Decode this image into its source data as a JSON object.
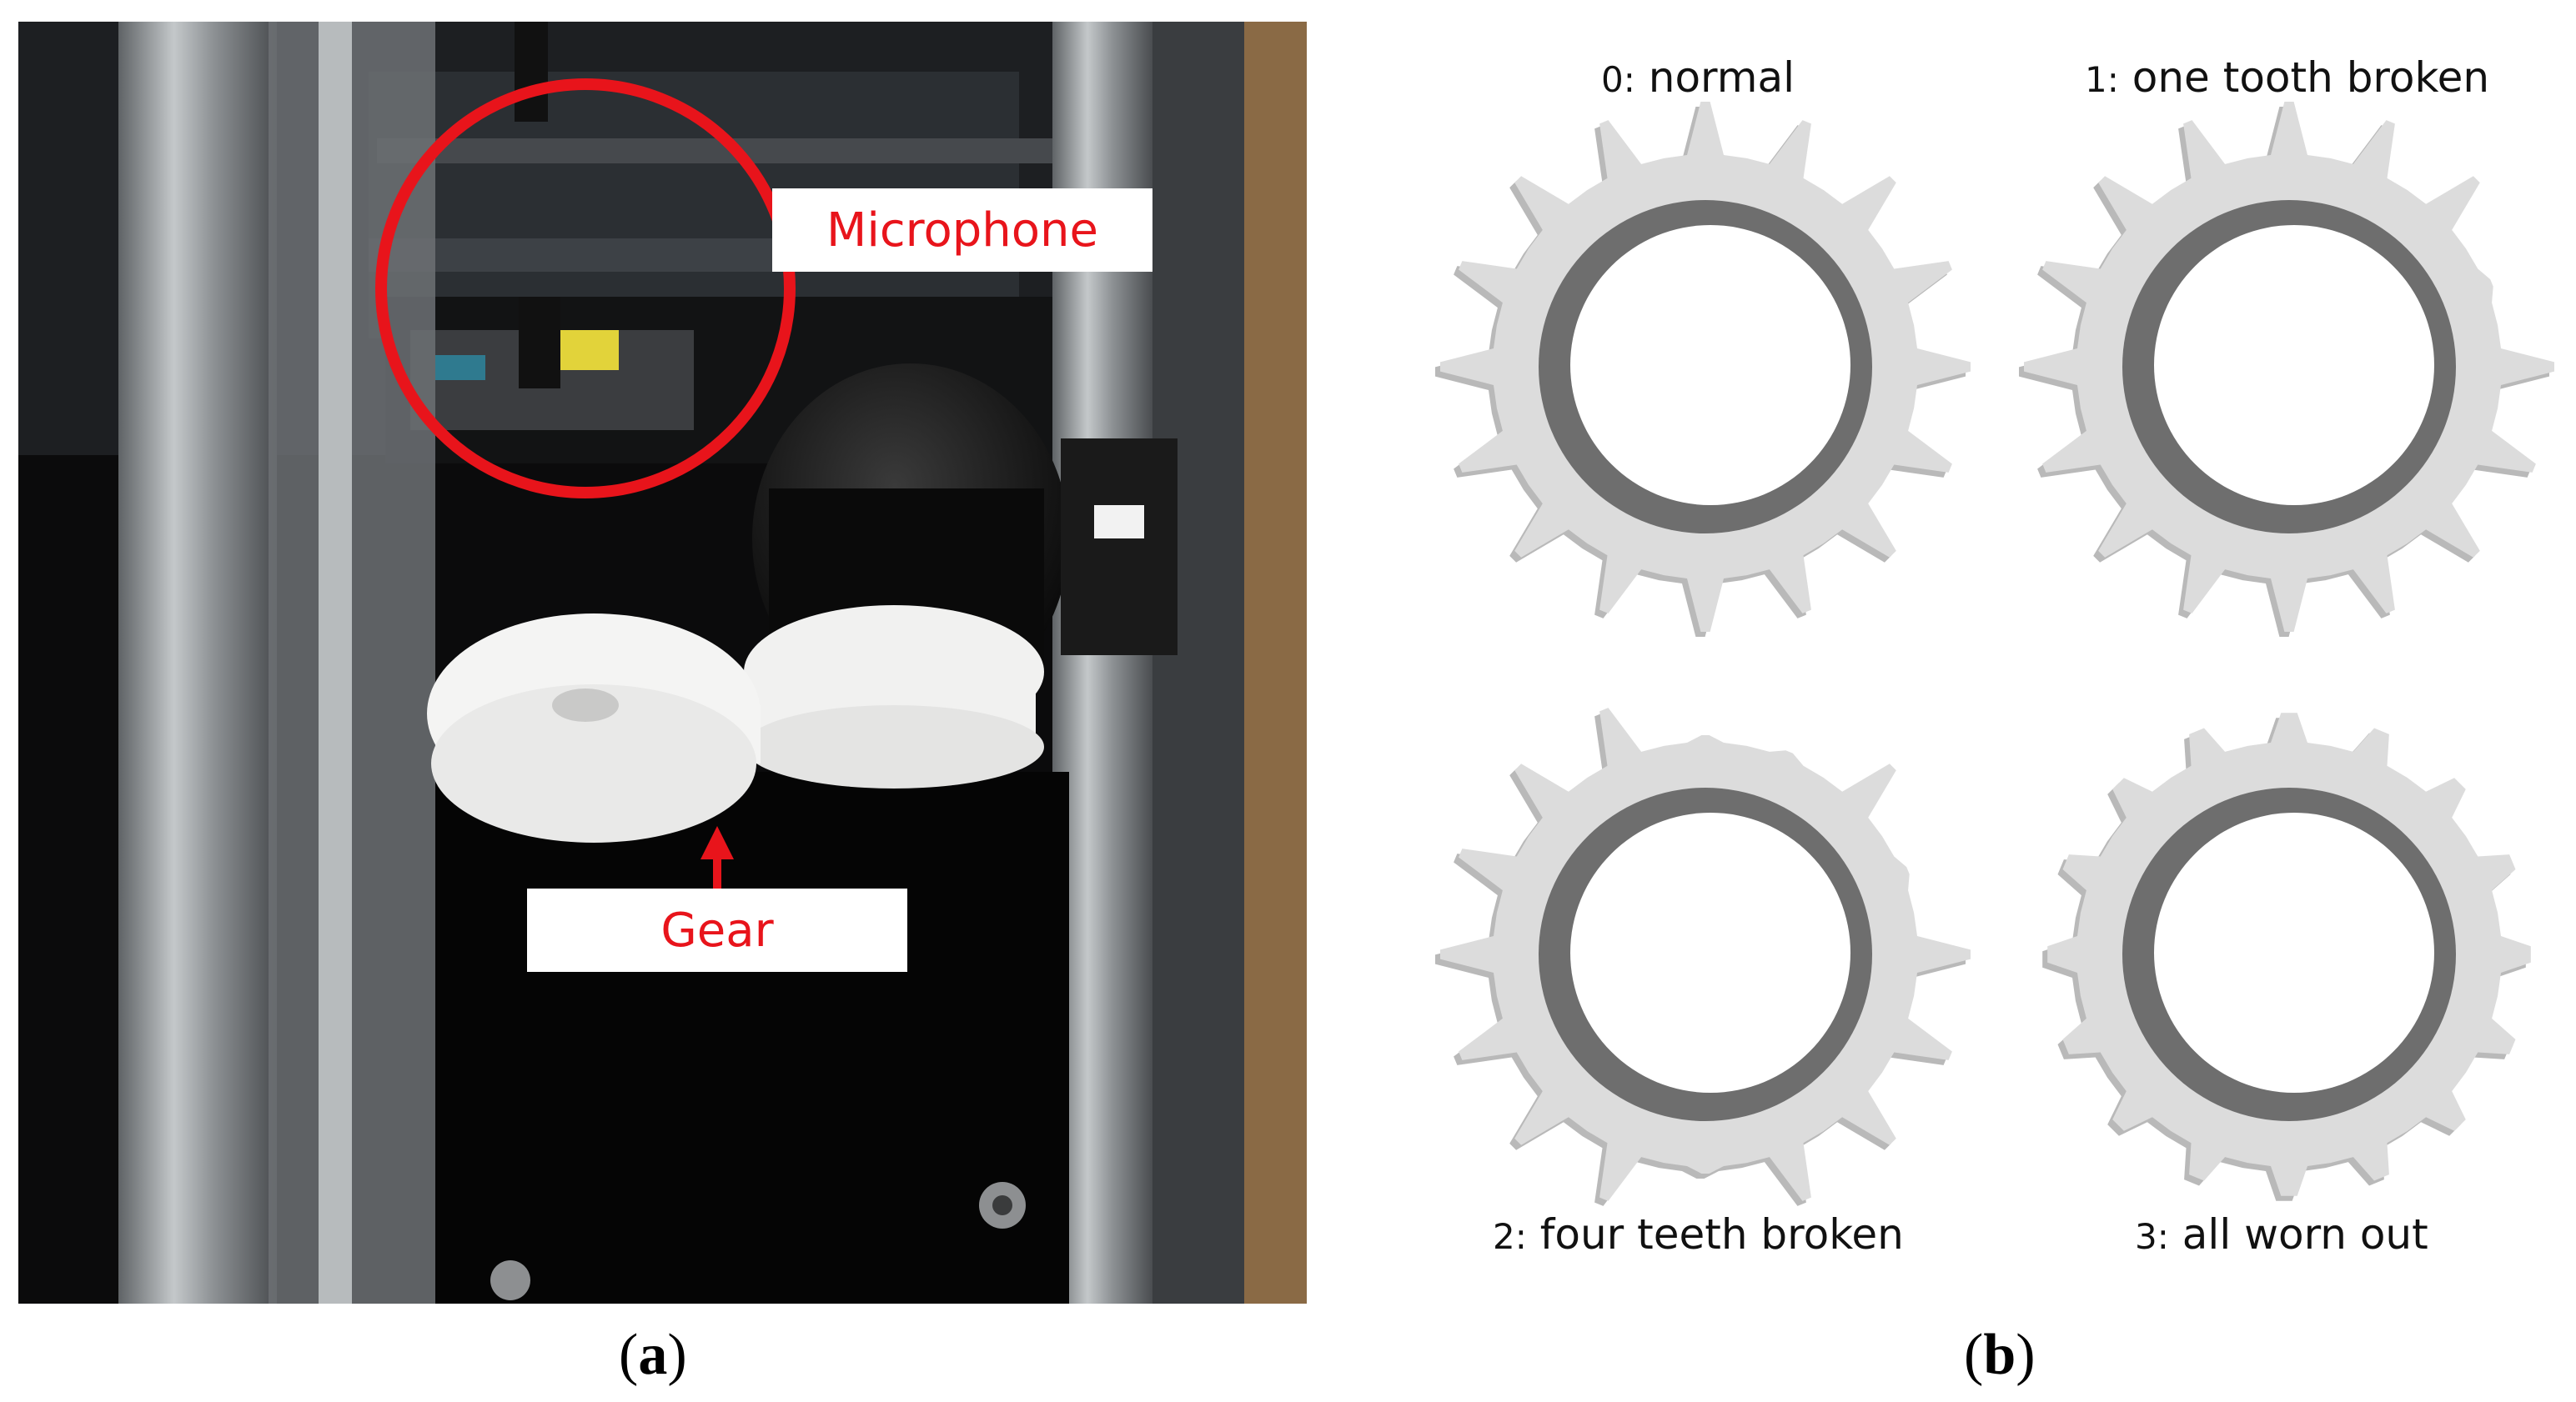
{
  "panel_a": {
    "caption_letter": "a",
    "callouts": {
      "microphone": "Microphone",
      "gear": "Gear"
    }
  },
  "panel_b": {
    "caption_letter": "b",
    "gears": [
      {
        "index": "0:",
        "label": "normal",
        "condition": "normal"
      },
      {
        "index": "1:",
        "label": "one tooth broken",
        "condition": "one-broken"
      },
      {
        "index": "2:",
        "label": "four teeth broken",
        "condition": "four-broken"
      },
      {
        "index": "3:",
        "label": "all worn out",
        "condition": "worn"
      }
    ]
  },
  "colors": {
    "callout_red": "#e8141b",
    "gear_body": "#dcdcdc",
    "gear_ring": "#6e6e6e",
    "aluminum": "#9ea3a6"
  }
}
